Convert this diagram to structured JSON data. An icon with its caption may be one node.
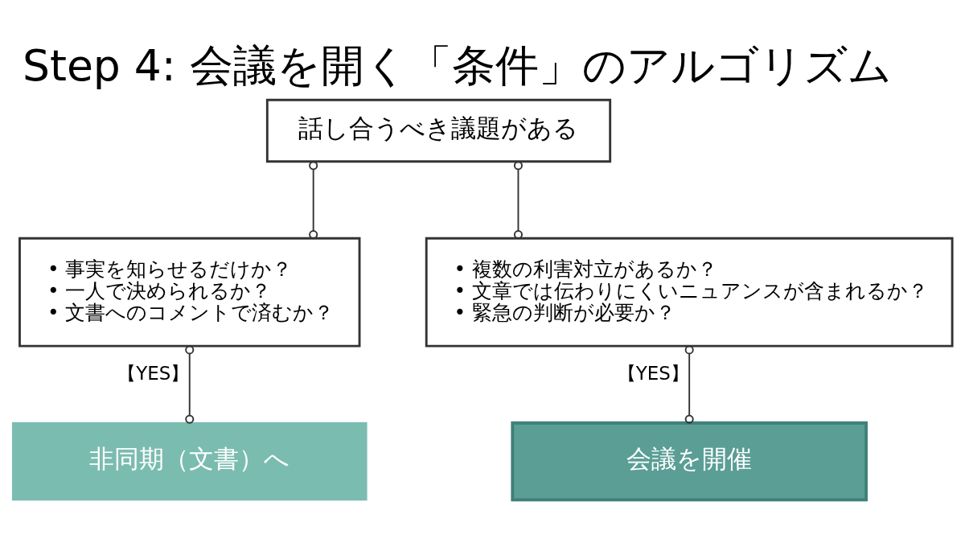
{
  "diagram": {
    "title": "Step 4: 会議を開く「条件」のアルゴリズム",
    "nodes": [
      {
        "text": [
          "話し合うべき議題がある"
        ]
      },
      {
        "text": [
          "• 事実を知らせるだけか？",
          "• 一人で決められるか？",
          "• 文書へのコメントで済むか？"
        ]
      },
      {
        "text": [
          "• 複数の利害対立があるか？",
          "• 文章では伝わりにくいニュアンスが含まれるか？",
          "• 緊急の判断が必要か？"
        ]
      },
      {
        "text": [
          "非同期（文書）へ"
        ]
      },
      {
        "text": [
          "会議を開催"
        ]
      }
    ],
    "edges": [
      {
        "from": 0,
        "to": 1,
        "arrow": "other"
      },
      {
        "from": 0,
        "to": 2,
        "arrow": "other"
      },
      {
        "from": 1,
        "to": 3,
        "arrow": "other",
        "label": "【YES】"
      },
      {
        "from": 2,
        "to": 4,
        "arrow": "other",
        "label": "【YES】"
      }
    ]
  }
}
